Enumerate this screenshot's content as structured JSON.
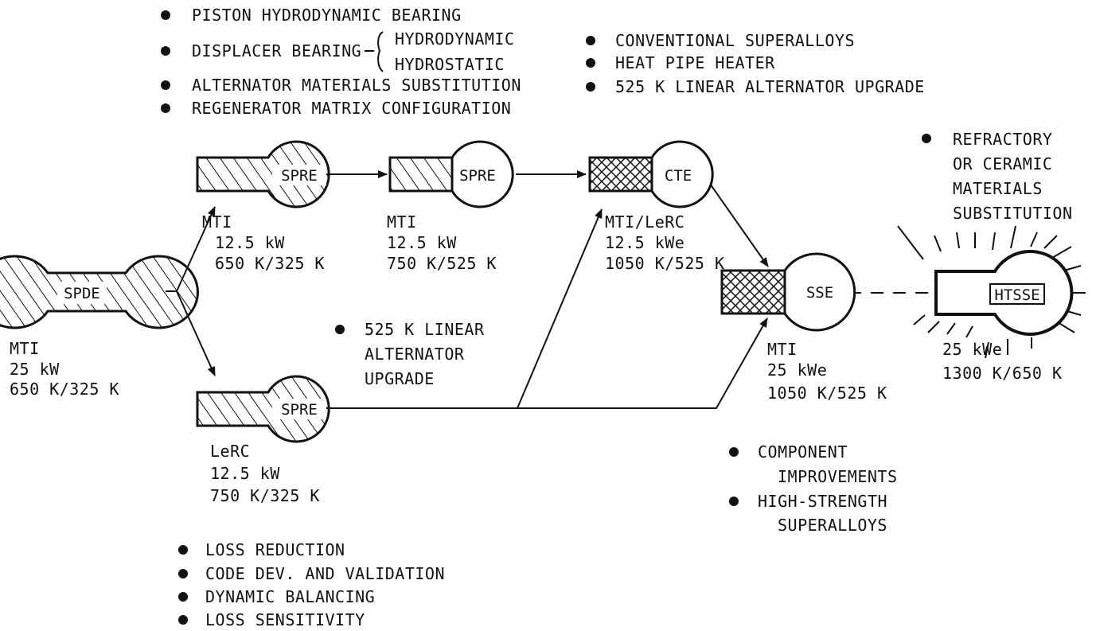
{
  "notes_top_left": [
    "PISTON HYDRODYNAMIC BEARING",
    "DISPLACER BEARING",
    "ALTERNATOR MATERIALS SUBSTITUTION",
    "REGENERATOR MATRIX CONFIGURATION"
  ],
  "displacer_options": [
    "HYDRODYNAMIC",
    "HYDROSTATIC"
  ],
  "notes_top_right": [
    "CONVENTIONAL SUPERALLOYS",
    "HEAT PIPE HEATER",
    "525 K LINEAR ALTERNATOR UPGRADE"
  ],
  "notes_refractory": [
    "REFRACTORY",
    "OR CERAMIC",
    "MATERIALS",
    "SUBSTITUTION"
  ],
  "notes_linear": [
    "525 K LINEAR",
    "ALTERNATOR",
    "UPGRADE"
  ],
  "notes_sse": [
    "COMPONENT",
    "IMPROVEMENTS",
    "HIGH-STRENGTH",
    "SUPERALLOYS"
  ],
  "notes_bottom": [
    "LOSS REDUCTION",
    "CODE DEV. AND VALIDATION",
    "DYNAMIC BALANCING",
    "LOSS SENSITIVITY"
  ],
  "nodes": {
    "spde": {
      "name": "SPDE",
      "org": "MTI",
      "power": "25 kW",
      "temps": "650 K/325 K"
    },
    "spre_a": {
      "name": "SPRE",
      "org": "MTI",
      "power": "12.5 kW",
      "temps": "650 K/325 K"
    },
    "spre_b": {
      "name": "SPRE",
      "org": "MTI",
      "power": "12.5 kW",
      "temps": "750 K/525 K"
    },
    "cte": {
      "name": "CTE",
      "org": "MTI/LeRC",
      "power": "12.5 kWe",
      "temps": "1050 K/525 K"
    },
    "sse": {
      "name": "SSE",
      "org": "MTI",
      "power": "25 kWe",
      "temps": "1050 K/525 K"
    },
    "htsse": {
      "name": "HTSSE",
      "power": "25 kWe",
      "temps": "1300 K/650 K"
    },
    "spre_lerc": {
      "name": "SPRE",
      "org": "LeRC",
      "power": "12.5 kW",
      "temps": "750 K/325 K"
    }
  },
  "colors": {
    "ink": "#111111",
    "paper": "#ffffff"
  }
}
